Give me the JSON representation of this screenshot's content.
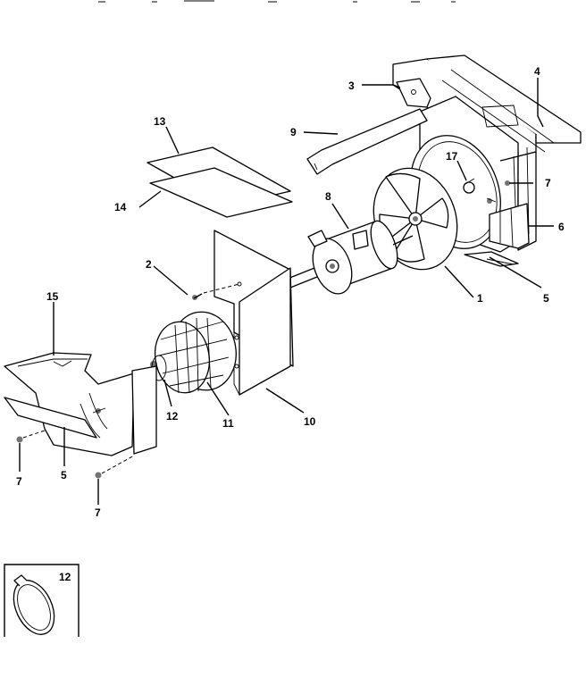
{
  "callouts": {
    "p1": "1",
    "p2": "2",
    "p3": "3",
    "p4": "4",
    "p5a": "5",
    "p5b": "5",
    "p6": "6",
    "p7a": "7",
    "p7b": "7",
    "p7c": "7",
    "p8": "8",
    "p9": "9",
    "p10": "10",
    "p11": "11",
    "p12": "12",
    "p13": "13",
    "p14": "14",
    "p15": "15",
    "p17": "17"
  },
  "inset": {
    "label": "12"
  }
}
